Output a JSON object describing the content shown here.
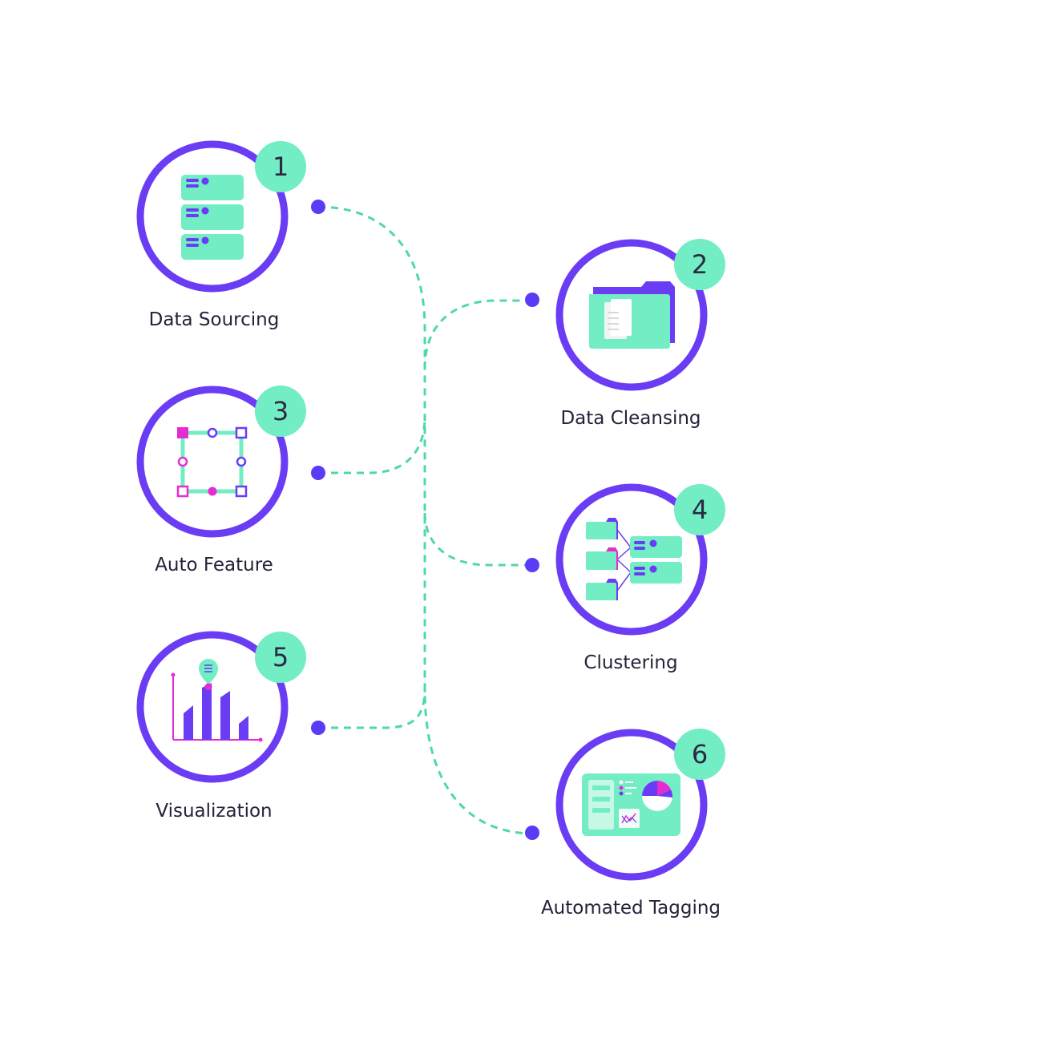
{
  "colors": {
    "ring": "#6a3df5",
    "accent_green": "#72edc4",
    "connector": "#4fd8a8",
    "magenta": "#e62bd1",
    "text": "#23233a",
    "badge_text": "#2a2a44"
  },
  "steps": [
    {
      "number": "1",
      "label": "Data Sourcing",
      "icon": "server-stack-icon"
    },
    {
      "number": "2",
      "label": "Data Cleansing",
      "icon": "folder-documents-icon"
    },
    {
      "number": "3",
      "label": "Auto Feature",
      "icon": "bounding-box-icon"
    },
    {
      "number": "4",
      "label": "Clustering",
      "icon": "cluster-merge-icon"
    },
    {
      "number": "5",
      "label": "Visualization",
      "icon": "bar-chart-icon"
    },
    {
      "number": "6",
      "label": "Automated Tagging",
      "icon": "dashboard-icon"
    }
  ]
}
